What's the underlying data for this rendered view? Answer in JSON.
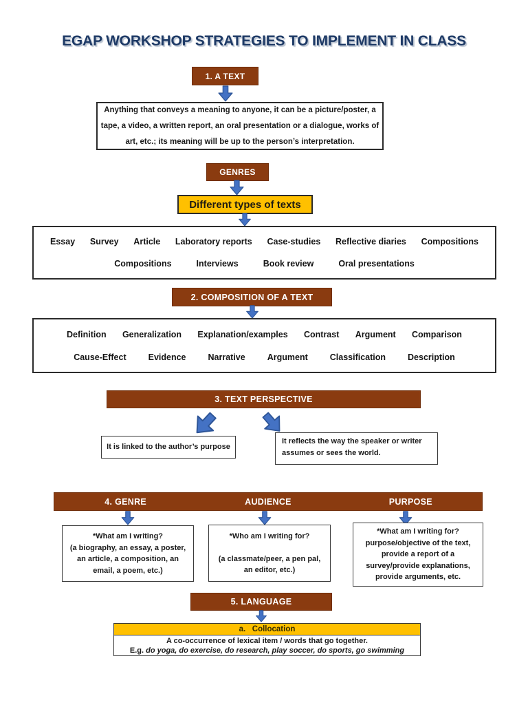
{
  "title": "EGAP WORKSHOP STRATEGIES TO IMPLEMENT IN CLASS",
  "colors": {
    "heading_brown": "#8A3B10",
    "gold": "#FFC000",
    "arrow_blue": "#4472C4",
    "arrow_border": "#2E5597",
    "title_navy": "#1E3A66"
  },
  "section1": {
    "label": "1. A TEXT",
    "description": "Anything that conveys a meaning to anyone, it can be a picture/poster, a\ntape, a video, a written report, an oral presentation or a dialogue, works of\nart, etc.; its meaning will be up to the person’s interpretation."
  },
  "genres": {
    "label": "GENRES",
    "types_label": "Different types of texts",
    "row1": [
      "Essay",
      "Survey",
      "Article",
      "Laboratory reports",
      "Case-studies",
      "Reflective diaries",
      "Compositions"
    ],
    "row2": [
      "Compositions",
      "Interviews",
      "Book review",
      "Oral presentations"
    ]
  },
  "section2": {
    "label": "2. COMPOSITION OF A TEXT",
    "row1": [
      "Definition",
      "Generalization",
      "Explanation/examples",
      "Contrast",
      "Argument",
      "Comparison"
    ],
    "row2": [
      "Cause-Effect",
      "Evidence",
      "Narrative",
      "Argument",
      "Classification",
      "Description"
    ]
  },
  "section3": {
    "label": "3. TEXT PERSPECTIVE",
    "left_note": "It is linked to the author’s purpose",
    "right_note": "It reflects the way the speaker or writer\nassumes or sees the world."
  },
  "section4": {
    "headers": [
      "4. GENRE",
      "AUDIENCE",
      "PURPOSE"
    ],
    "genre_note": "*What am I writing?\n(a biography, an essay, a poster,\nan article, a composition, an\nemail, a poem, etc.)",
    "audience_note": "*Who am I writing for?\n\n(a classmate/peer, a pen pal,\nan editor, etc.)",
    "purpose_note": "*What am I writing for?\npurpose/objective of the text,\nprovide a report of a\nsurvey/provide explanations,\nprovide arguments, etc."
  },
  "section5": {
    "label": "5. LANGUAGE",
    "collocation_header": "a.   Collocation",
    "collocation_def": "A co-occurrence of lexical item / words that go together.",
    "example_prefix": "E.g. ",
    "example_items": "do yoga, do exercise, do research, play soccer, do sports, go swimming"
  }
}
